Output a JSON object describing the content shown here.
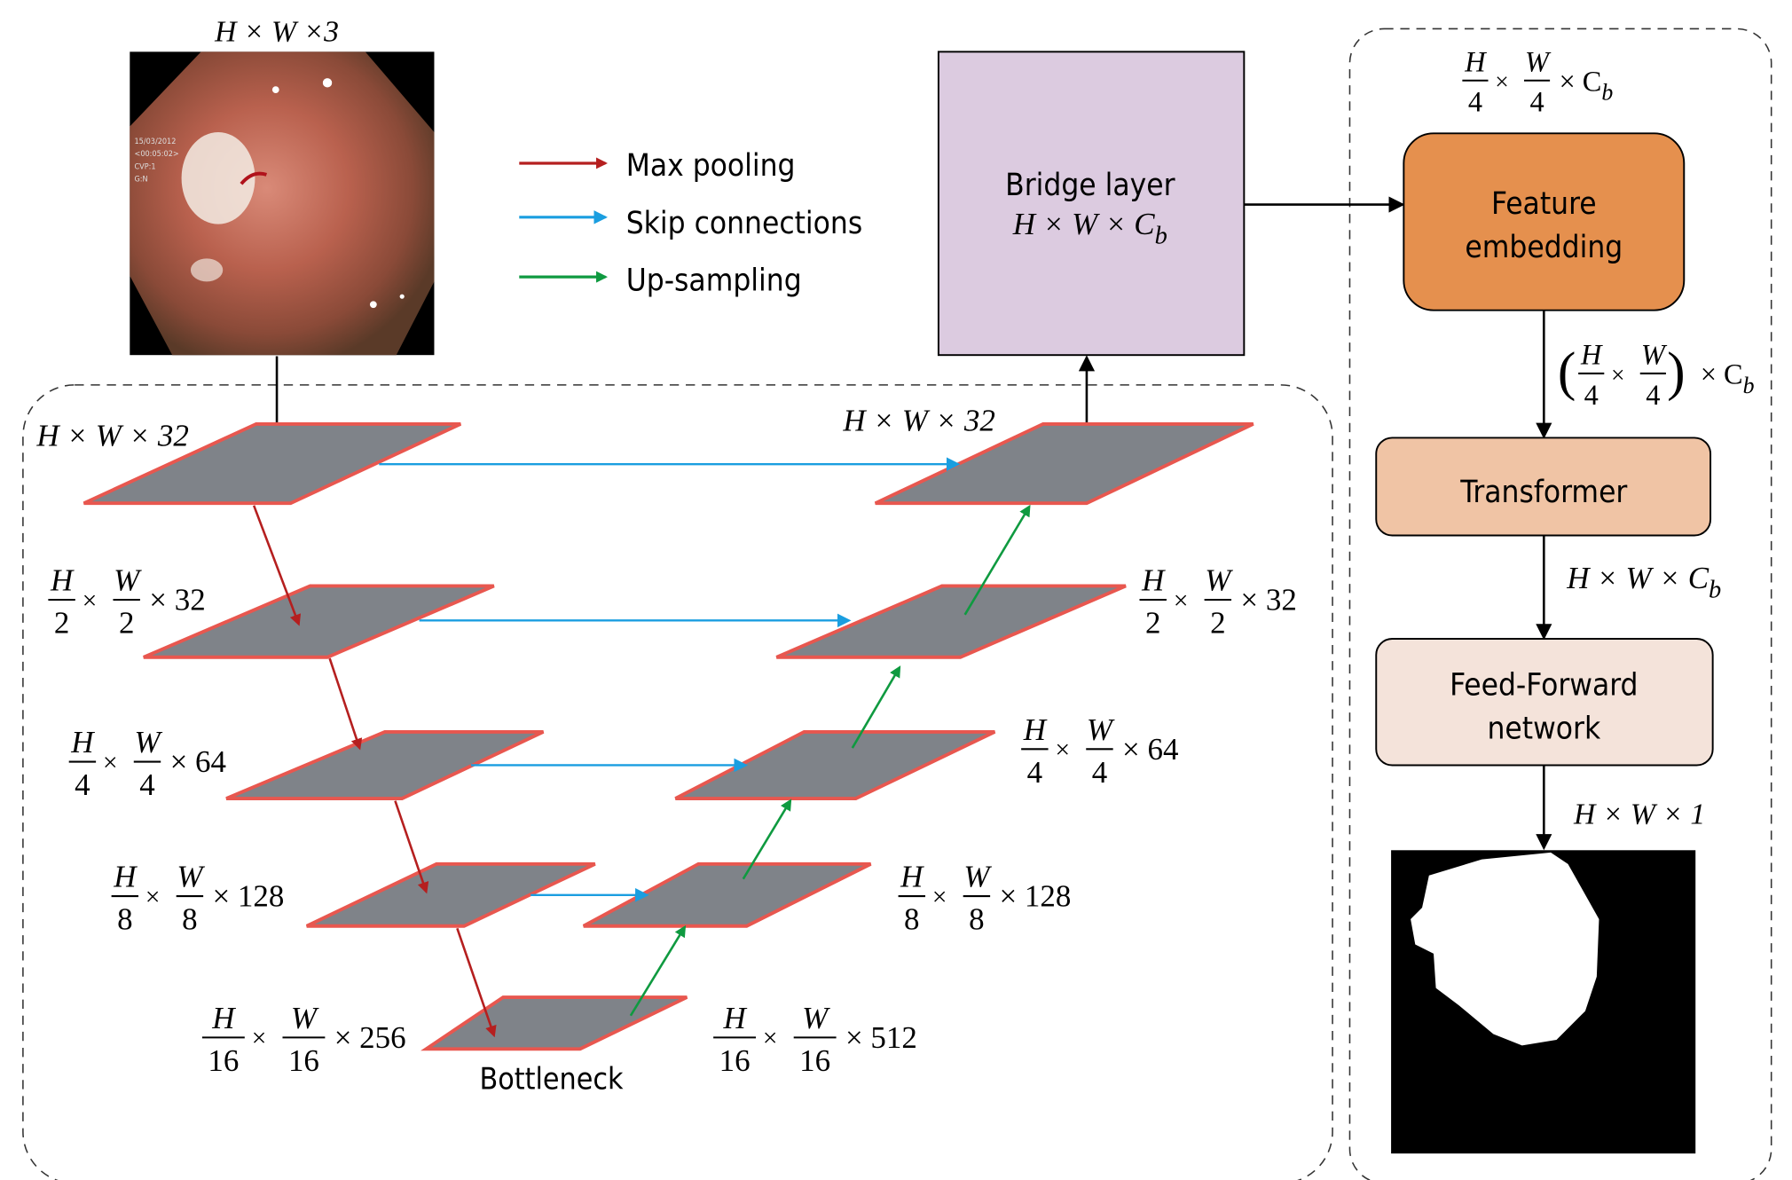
{
  "input_label": "H × W ×3",
  "legend": [
    {
      "label": "Max pooling",
      "color": "#b51f1f"
    },
    {
      "label": "Skip connections",
      "color": "#1a9ee0"
    },
    {
      "label": "Up-sampling",
      "color": "#0f9a40"
    }
  ],
  "bridge": {
    "title": "Bridge layer",
    "dims": "H × W × C",
    "sub": "b",
    "color": "#dccbe0"
  },
  "encoder_top_label": "H × W × 32",
  "decoder_top_label": "H × W × 32",
  "bottleneck_label": "Bottleneck",
  "fraction_labels": [
    {
      "id": "enc-2",
      "n1": "H",
      "d1": "2",
      "n2": "W",
      "d2": "2",
      "rest": "× 32"
    },
    {
      "id": "enc-3",
      "n1": "H",
      "d1": "4",
      "n2": "W",
      "d2": "4",
      "rest": "× 64"
    },
    {
      "id": "enc-4",
      "n1": "H",
      "d1": "8",
      "n2": "W",
      "d2": "8",
      "rest": "× 128"
    },
    {
      "id": "enc-5",
      "n1": "H",
      "d1": "16",
      "n2": "W",
      "d2": "16",
      "rest": "× 256"
    },
    {
      "id": "bottleneck-out",
      "n1": "H",
      "d1": "16",
      "n2": "W",
      "d2": "16",
      "rest": "× 512"
    },
    {
      "id": "dec-2",
      "n1": "H",
      "d1": "2",
      "n2": "W",
      "d2": "2",
      "rest": "× 32"
    },
    {
      "id": "dec-3",
      "n1": "H",
      "d1": "4",
      "n2": "W",
      "d2": "4",
      "rest": "× 64"
    },
    {
      "id": "dec-4",
      "n1": "H",
      "d1": "8",
      "n2": "W",
      "d2": "8",
      "rest": "× 128"
    }
  ],
  "transformer_branch": {
    "embed_input_label": {
      "n1": "H",
      "d1": "4",
      "n2": "W",
      "d2": "4",
      "rest": "× C",
      "sub": "b"
    },
    "feature_embedding": {
      "line1": "Feature",
      "line2": "embedding",
      "color": "#e5904e"
    },
    "embed_output_label": {
      "n1": "H",
      "d1": "4",
      "n2": "W",
      "d2": "4",
      "rest": "× C",
      "sub": "b"
    },
    "transformer": {
      "label": "Transformer",
      "color": "#f0c4a5"
    },
    "transformer_output_label": {
      "text": "H × W × C",
      "sub": "b"
    },
    "ffn": {
      "line1": "Feed-Forward",
      "line2": "network",
      "color": "#f4e3da"
    },
    "output_label": "H × W × 1"
  },
  "colors": {
    "layer_fill": "#7f8389",
    "layer_stroke": "#e8574f"
  }
}
